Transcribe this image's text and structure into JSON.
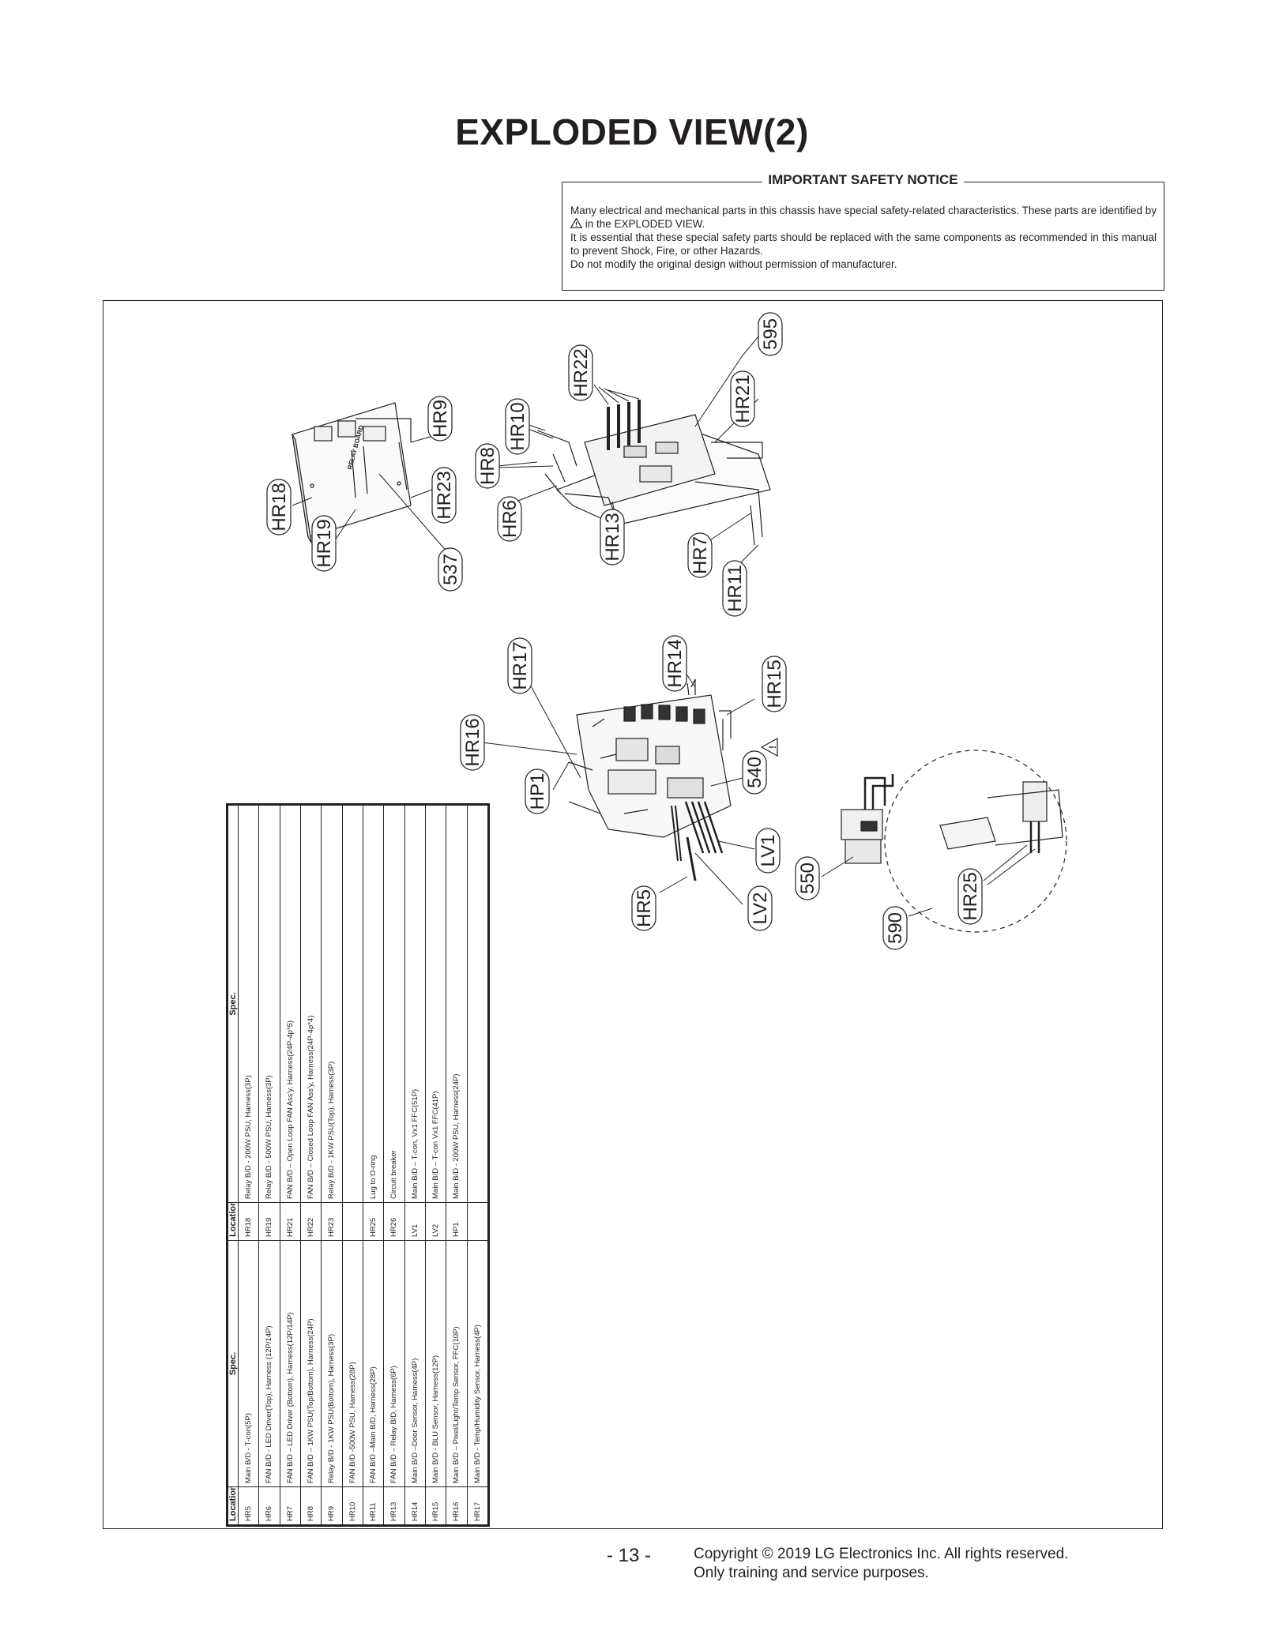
{
  "title": "EXPLODED VIEW(2)",
  "notice": {
    "heading": "IMPORTANT SAFETY NOTICE",
    "line1": "Many electrical and mechanical parts in this chassis have special safety-related characteristics. These parts are identified by",
    "line1_end": "in the EXPLODED VIEW.",
    "line2": "It is essential that these special safety parts should be replaced with the same components as recommended in this manual to prevent Shock, Fire, or other Hazards.",
    "line3": "Do not modify the original design without permission of manufacturer."
  },
  "callouts": {
    "hr22": "HR22",
    "hr10": "HR10",
    "hr8": "HR8",
    "hr6": "HR6",
    "hr13": "HR13",
    "hr7": "HR7",
    "hr11": "HR11",
    "hr21": "HR21",
    "c595": "595",
    "hr9": "HR9",
    "hr23": "HR23",
    "hr18": "HR18",
    "hr19": "HR19",
    "c537": "537",
    "hr17": "HR17",
    "hr16": "HR16",
    "hp1": "HP1",
    "hr14": "HR14",
    "hr15": "HR15",
    "c540": "540",
    "lv1": "LV1",
    "lv2": "LV2",
    "hr5": "HR5",
    "c550": "550",
    "c590": "590",
    "hr25": "HR25",
    "board_label": "RELAY BOARD"
  },
  "table": {
    "headers": {
      "location": "Location No.",
      "spec": "Spec."
    },
    "left_rows": [
      {
        "loc": "HR5",
        "spec": "Main B/D - T-con(5P)"
      },
      {
        "loc": "HR6",
        "spec": "FAN B/D - LED Driver(Top), Harness (12P/14P)"
      },
      {
        "loc": "HR7",
        "spec": "FAN B/D – LED Driver (Bottom), Harness(12P/14P)"
      },
      {
        "loc": "HR8",
        "spec": "FAN B/D – 1KW PSU(Top/Bottom), Harness(24P)"
      },
      {
        "loc": "HR9",
        "spec": "Relay B/D - 1KW PSU(Bottom), Harness(3P)"
      },
      {
        "loc": "HR10",
        "spec": "FAN B/D -500W PSU,  Harness(28P)"
      },
      {
        "loc": "HR11",
        "spec": "FAN B/D –Main B/D,  Harness(28P)"
      },
      {
        "loc": "HR13",
        "spec": "FAN B/D – Relay B/D,  Harness(6P)"
      },
      {
        "loc": "HR14",
        "spec": "Main B/D –Door Sensor,  Harness(4P)"
      },
      {
        "loc": "HR15",
        "spec": "Main B/D - BLU Sensor,  Harness(12P)"
      },
      {
        "loc": "HR16",
        "spec": "Main B/D – Pixel/Light/Temp Sensor, FFC(10P)"
      },
      {
        "loc": "HR17",
        "spec": "Main B/D - Temp/Humidity Sensor, Harness(4P)"
      }
    ],
    "right_rows": [
      {
        "loc": "HR18",
        "spec": "Relay B/D - 200W PSU, Harness(3P)"
      },
      {
        "loc": "HR19",
        "spec": "Relay B/D - 500W PSU, Harness(3P)"
      },
      {
        "loc": "HR21",
        "spec": "FAN B/D – Open Loop FAN Ass'y,  Harness(24P-4p*5)"
      },
      {
        "loc": "HR22",
        "spec": "FAN B/D – Closed Loop FAN Ass'y,  Harness(24P-4p*4)"
      },
      {
        "loc": "HR23",
        "spec": "Relay B/D  - 1KW PSU(Top), Harness(3P)"
      },
      {
        "loc": "",
        "spec": ""
      },
      {
        "loc": "HR25",
        "spec": "Lug to O-ring"
      },
      {
        "loc": "HR26",
        "spec": "Circuit breaker"
      },
      {
        "loc": "LV1",
        "spec": "Main B/D – T-con,  Vx1 FFC(51P)"
      },
      {
        "loc": "LV2",
        "spec": "Main B/D – T-con   Vx1 FFC(41P)"
      },
      {
        "loc": "HP1",
        "spec": "Main B/D - 200W PSU, Harness(24P)"
      },
      {
        "loc": "",
        "spec": ""
      }
    ]
  },
  "footer": {
    "page": "- 13 -",
    "copyright1": "Copyright © 2019 LG Electronics Inc. All rights reserved.",
    "copyright2": "Only training and service purposes."
  }
}
